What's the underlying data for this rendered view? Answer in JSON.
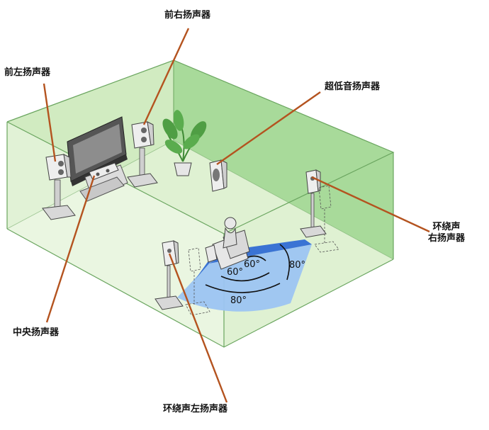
{
  "labels": {
    "front_right": "前右扬声器",
    "front_left": "前左扬声器",
    "subwoofer": "超低音扬声器",
    "surround_right_line1": "环绕声",
    "surround_right_line2": "右扬声器",
    "center": "中央扬声器",
    "surround_left": "环绕声左扬声器"
  },
  "angles": {
    "inner_left": "60°",
    "inner_right": "60°",
    "outer_right": "80°",
    "outer_bottom": "80°"
  },
  "colors": {
    "room_wall": "#9fd68f",
    "room_floor": "#dff1d2",
    "leader_line": "#b4531f",
    "angle_dark": "#3a73d4",
    "angle_light": "#9cc4f2",
    "speaker": "#e9e9e9"
  }
}
